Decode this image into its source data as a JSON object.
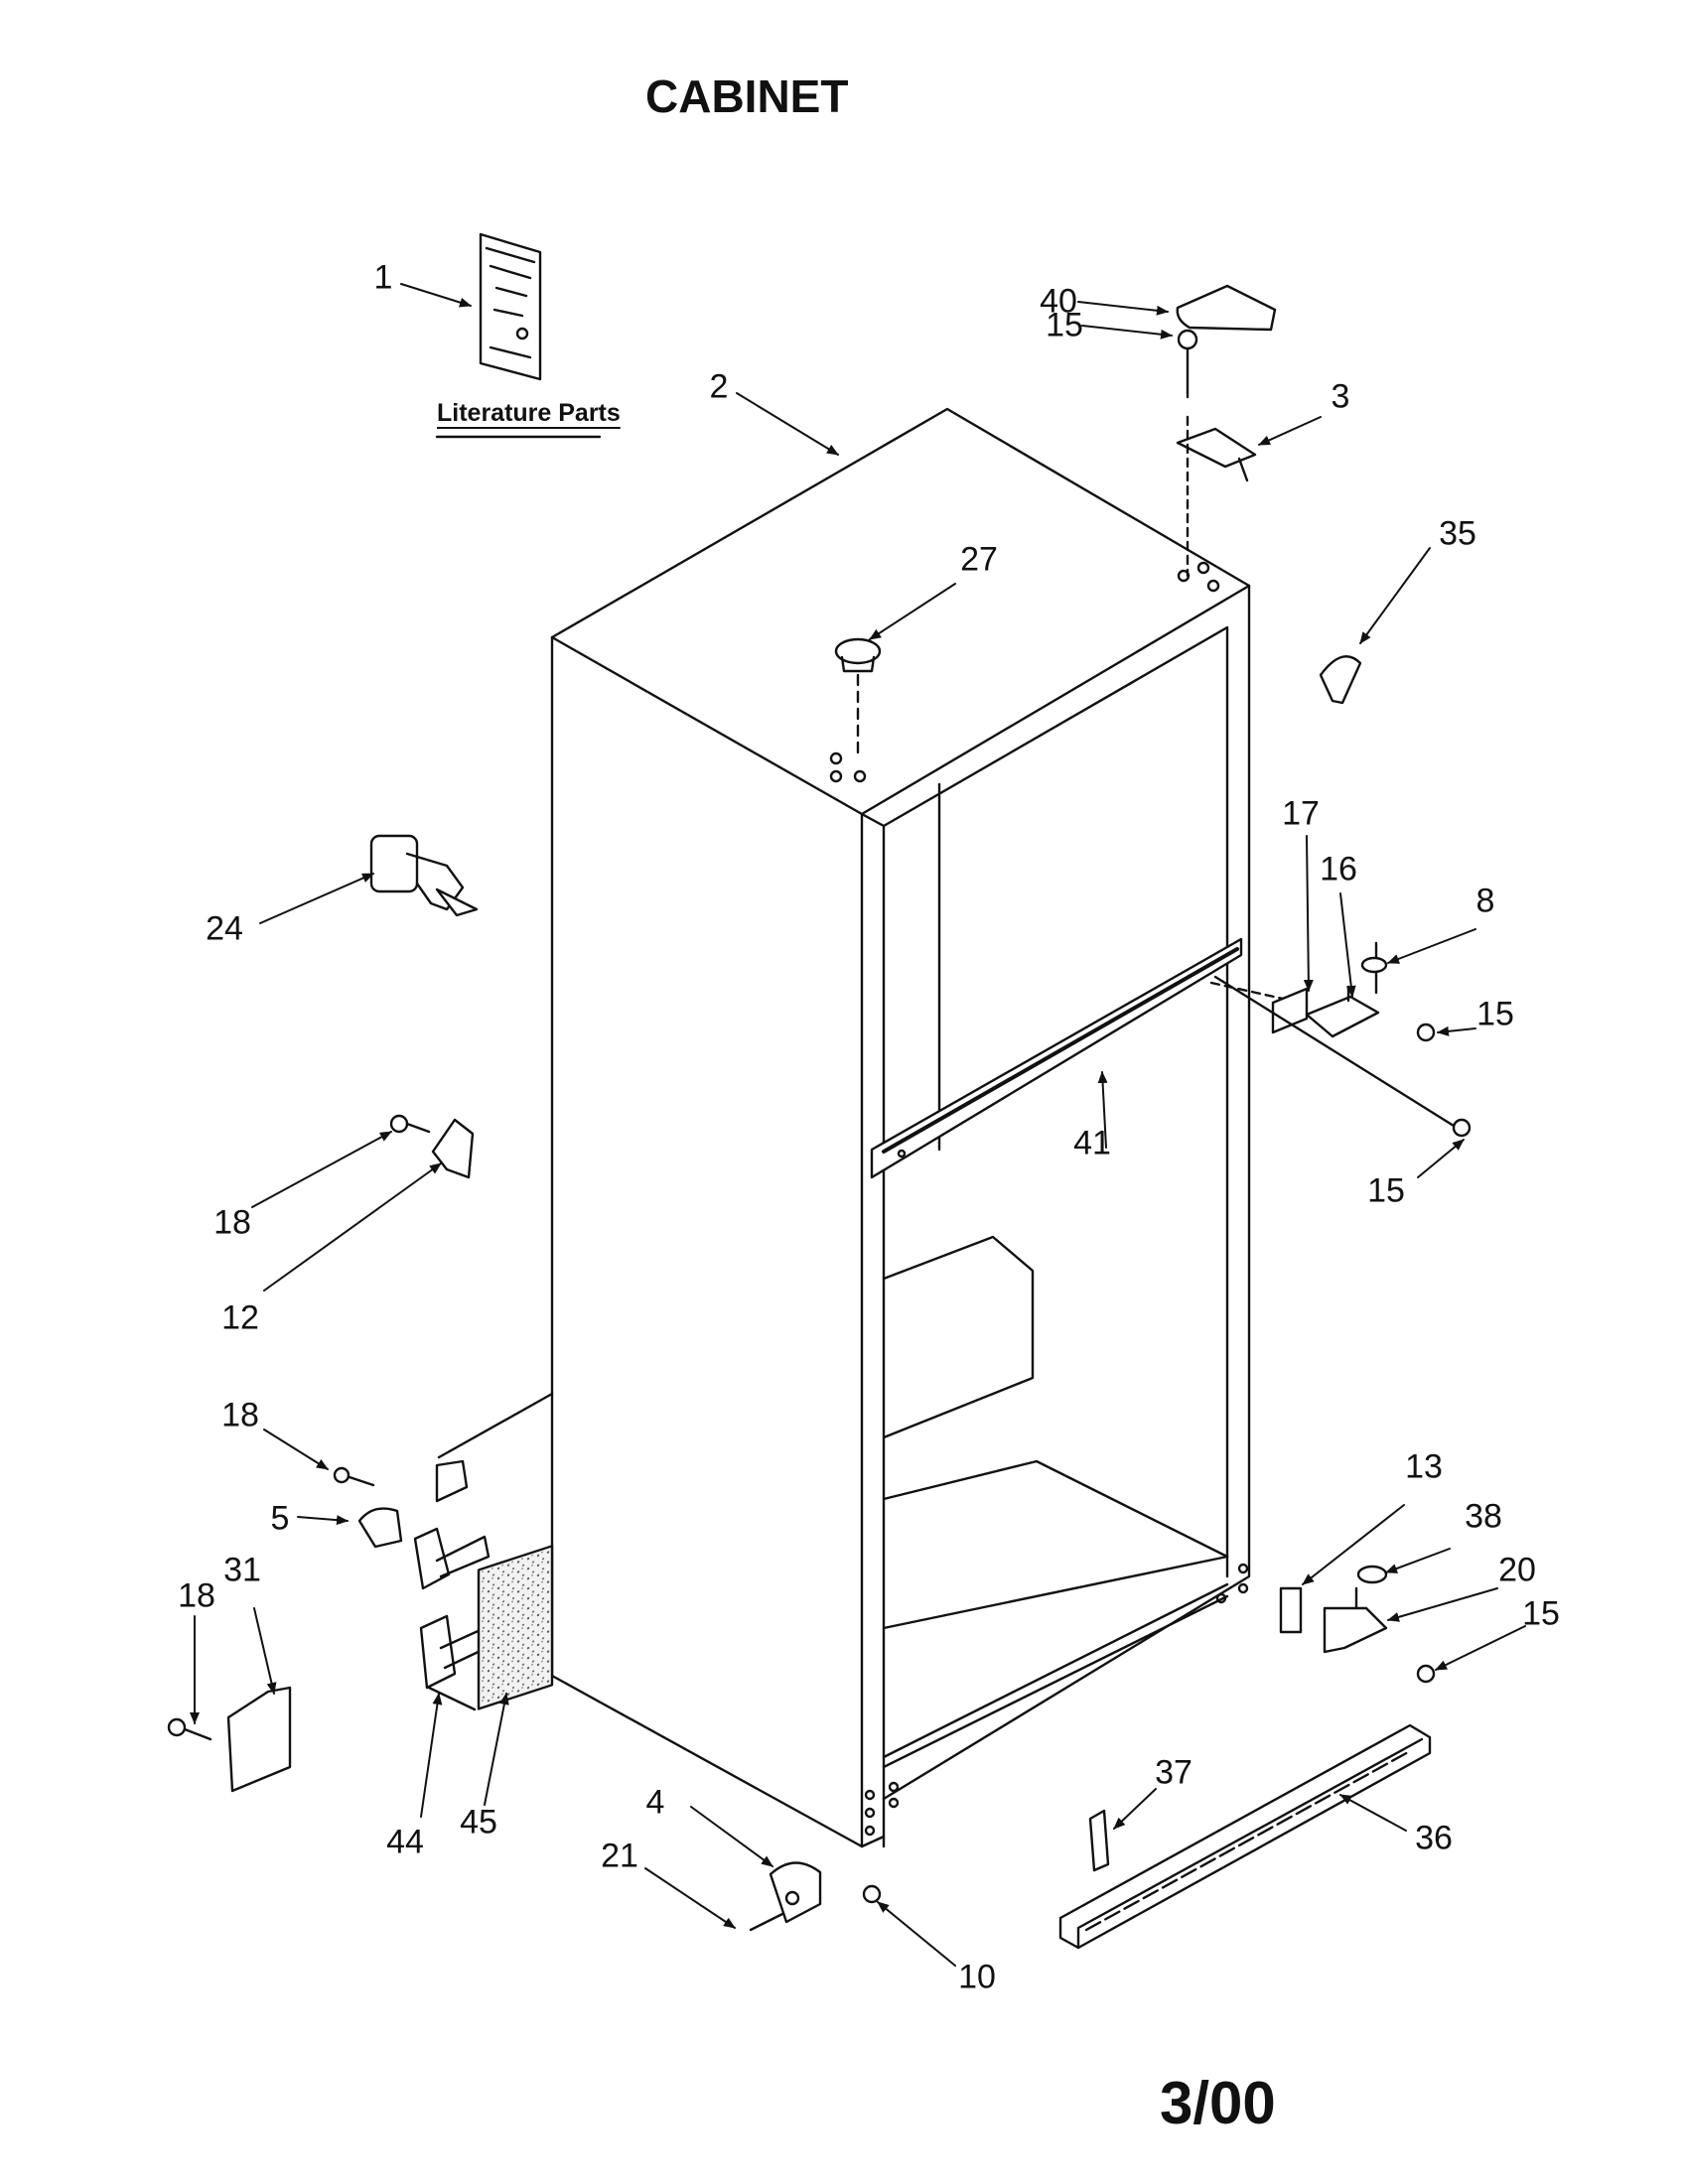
{
  "title": "CABINET",
  "date_code": "3/00",
  "literature_label": "Literature Parts",
  "callouts": [
    "1",
    "2",
    "40",
    "15",
    "3",
    "35",
    "27",
    "24",
    "17",
    "16",
    "8",
    "15",
    "41",
    "15",
    "18",
    "12",
    "18",
    "5",
    "31",
    "18",
    "13",
    "38",
    "20",
    "15",
    "44",
    "45",
    "4",
    "21",
    "10",
    "37",
    "36"
  ]
}
